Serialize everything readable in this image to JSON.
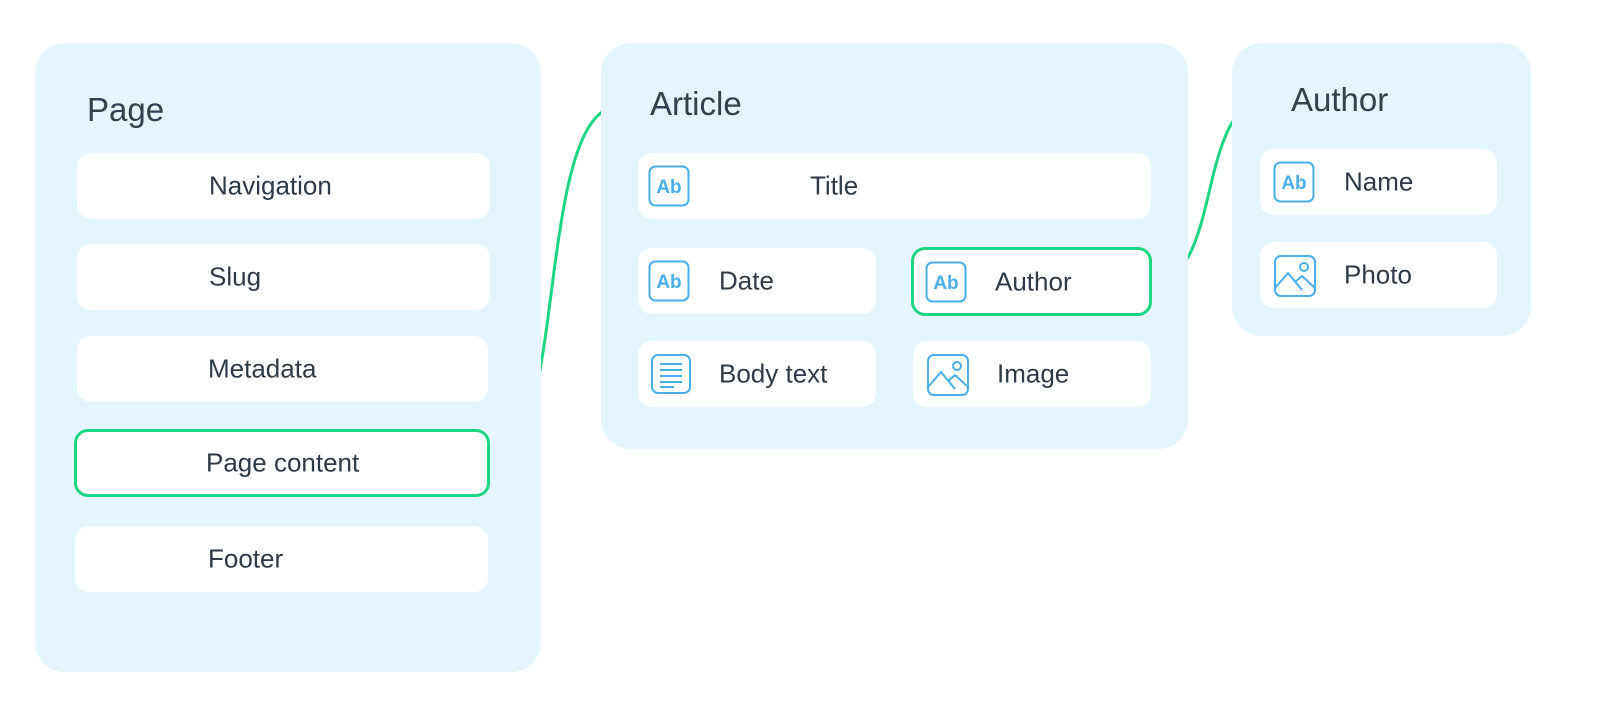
{
  "page": {
    "title": "Page",
    "fields": [
      "Navigation",
      "Slug",
      "Metadata",
      "Page content",
      "Footer"
    ]
  },
  "article": {
    "title": "Article",
    "fields": [
      "Title",
      "Date",
      "Author",
      "Body text",
      "Image"
    ]
  },
  "author": {
    "title": "Author",
    "fields": [
      "Name",
      "Photo"
    ]
  },
  "colors": {
    "panel_bg": "#e4f5fd",
    "field_bg": "#ffffff",
    "link_accent": "#1fd584",
    "icon_blue": "#4aaee8"
  },
  "icons": {
    "text": "text-ab-icon",
    "image": "image-icon",
    "rich_text": "document-lines-icon"
  }
}
